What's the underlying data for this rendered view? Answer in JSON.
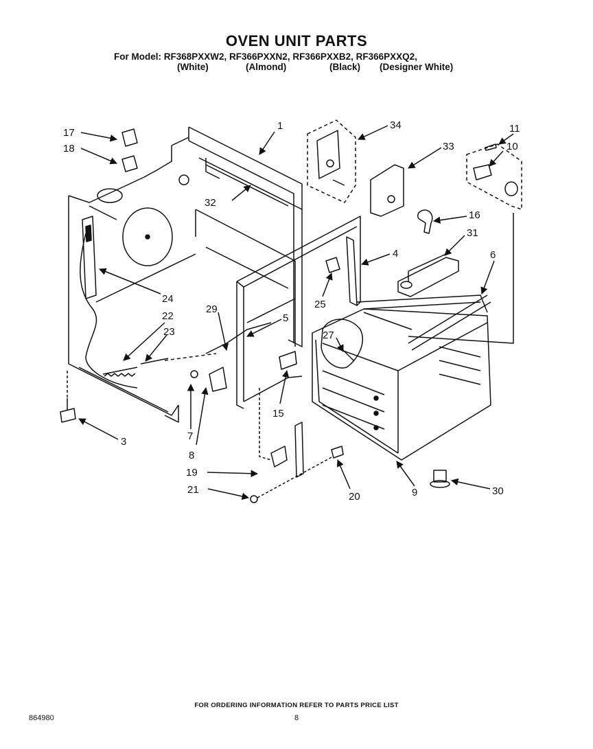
{
  "header": {
    "title": "OVEN UNIT PARTS",
    "models_line": "For Model: RF368PXXW2, RF366PXXN2, RF366PXXB2, RF366PXXQ2,",
    "colors": [
      "(White)",
      "(Almond)",
      "(Black)",
      "(Designer White)"
    ]
  },
  "callouts": {
    "c1": "1",
    "c3": "3",
    "c4": "4",
    "c5": "5",
    "c6": "6",
    "c7": "7",
    "c8": "8",
    "c9": "9",
    "c10": "10",
    "c11": "11",
    "c15": "15",
    "c16": "16",
    "c17": "17",
    "c18": "18",
    "c19": "19",
    "c20": "20",
    "c21": "21",
    "c22": "22",
    "c23": "23",
    "c24": "24",
    "c25": "25",
    "c27": "27",
    "c29": "29",
    "c30": "30",
    "c31": "31",
    "c32": "32",
    "c33": "33",
    "c34": "34"
  },
  "footer": {
    "ordering_note": "FOR ORDERING INFORMATION REFER TO PARTS PRICE LIST",
    "page_number": "8",
    "doc_id": "864980"
  }
}
